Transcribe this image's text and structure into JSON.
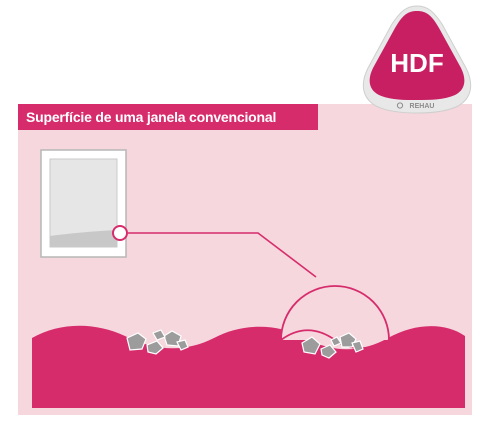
{
  "title": "Superfície de uma janela convencional",
  "badge": {
    "label": "HDF",
    "brand": "REHAU"
  },
  "colors": {
    "accent": "#d72c6c",
    "panel_background": "#f5d7dd",
    "badge_fill": "#c81e62",
    "dirt": "#9a9a9a",
    "window_frame": "#ffffff",
    "window_glass": "#e4e4e4"
  },
  "icons": [
    "window-icon",
    "magnifier-circle",
    "dirt-particles",
    "surface-wave"
  ]
}
